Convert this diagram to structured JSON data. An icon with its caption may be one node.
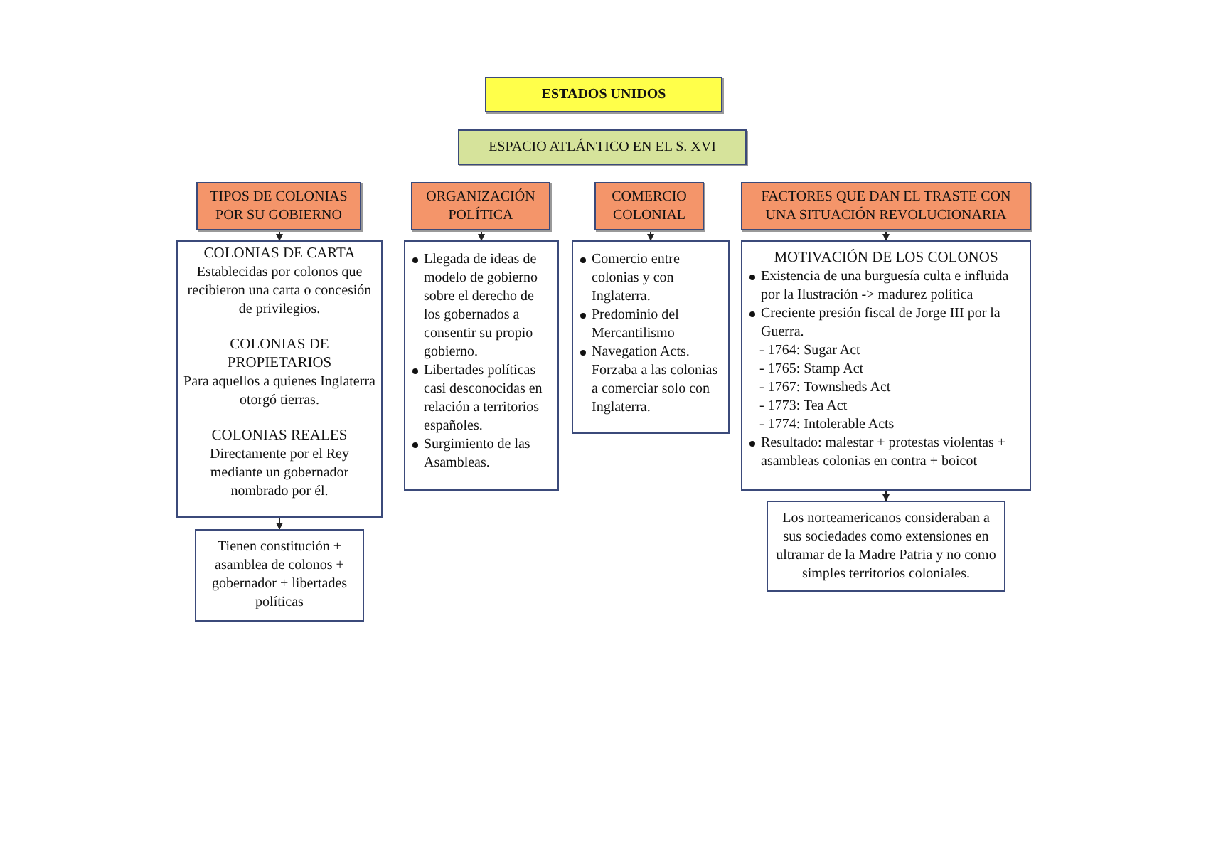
{
  "diagram": {
    "nodes": [
      {
        "text": [
          "ESTADOS UNIDOS"
        ]
      },
      {
        "text": [
          "ESPACIO ATLÁNTICO EN EL S. XVI"
        ]
      },
      {
        "text": [
          "TIPOS DE COLONIAS POR SU GOBIERNO"
        ]
      },
      {
        "text": [
          "ORGANIZACIÓN POLÍTICA"
        ]
      },
      {
        "text": [
          "COMERCIO COLONIAL"
        ]
      },
      {
        "text": [
          "FACTORES QUE DAN EL TRASTE CON UNA SITUACIÓN REVOLUCIONARIA"
        ]
      },
      {
        "text": [
          "COLONIAS DE CARTA",
          "Establecidas por colonos que recibieron una carta o concesión de privilegios.",
          "COLONIAS DE PROPIETARIOS",
          "Para aquellos a quienes Inglaterra otorgó tierras.",
          "COLONIAS REALES",
          "Directamente por el Rey mediante un gobernador nombrado por él."
        ]
      },
      {
        "text": [
          "Llegada de ideas de modelo de gobierno sobre el derecho de los gobernados a consentir su propio gobierno.",
          "Libertades políticas casi desconocidas en relación a territorios españoles.",
          "Surgimiento de las Asambleas."
        ]
      },
      {
        "text": [
          "Comercio entre colonias y con Inglaterra.",
          "Predominio del Mercantilismo",
          "Navegation Acts. Forzaba a las colonias a comerciar solo con Inglaterra."
        ]
      },
      {
        "text": [
          "MOTIVACIÓN DE LOS COLONOS",
          "Existencia de una burguesía culta e influida por la Ilustración -> madurez política",
          "Creciente presión fiscal de Jorge III por la Guerra.",
          "- 1764: Sugar Act",
          "- 1765: Stamp Act",
          "- 1767: Townsheds Act",
          "- 1773: Tea Act",
          "- 1774: Intolerable Acts",
          "Resultado: malestar + protestas violentas + asambleas colonias en contra + boicot"
        ]
      },
      {
        "text": [
          "Tienen constitución + asamblea de colonos + gobernador + libertades políticas"
        ]
      },
      {
        "text": [
          "Los norteamericanos consideraban a sus sociedades como extensiones en ultramar de la Madre Patria y no como simples territorios coloniales."
        ]
      }
    ],
    "edges": [
      {
        "from": 2,
        "to": 6,
        "arrow": "to"
      },
      {
        "from": 3,
        "to": 7,
        "arrow": "to"
      },
      {
        "from": 4,
        "to": 8,
        "arrow": "to"
      },
      {
        "from": 5,
        "to": 9,
        "arrow": "to"
      },
      {
        "from": 6,
        "to": 10,
        "arrow": "to"
      },
      {
        "from": 9,
        "to": 11,
        "arrow": "to"
      }
    ]
  }
}
